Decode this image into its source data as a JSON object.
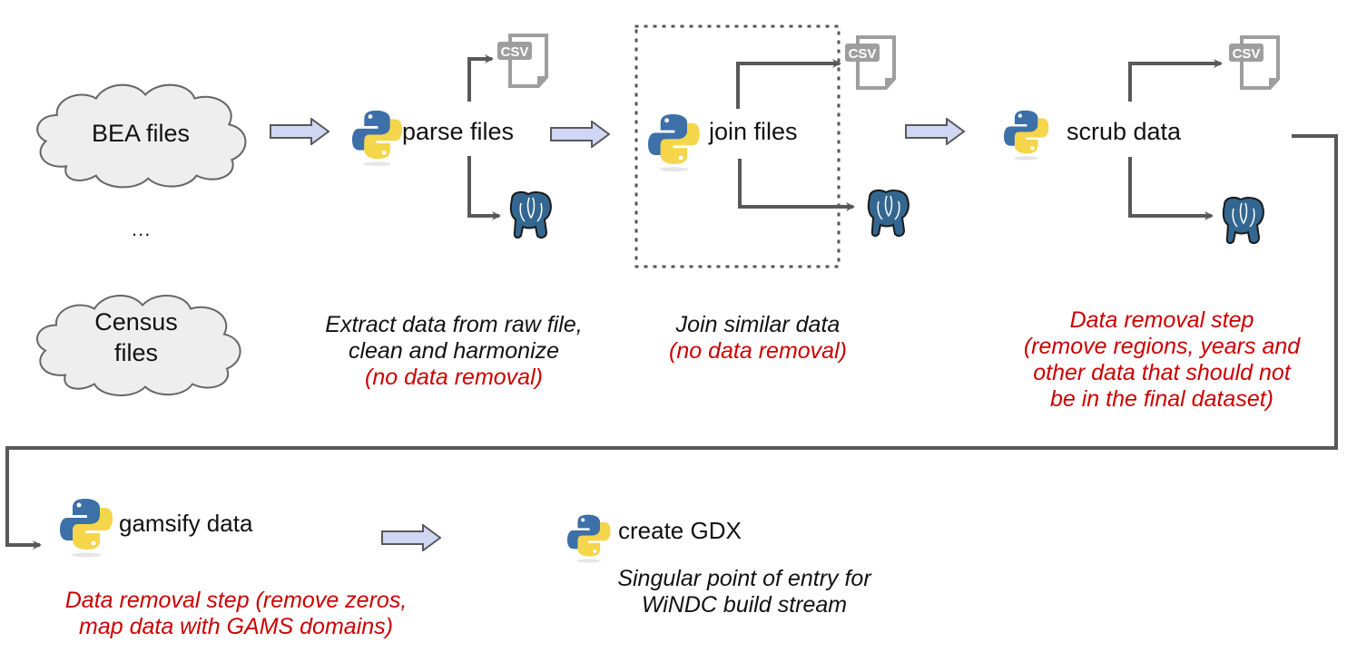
{
  "colors": {
    "connector": "#595959",
    "block_arrow_fill": "#cfd7f5",
    "block_arrow_stroke": "#595959",
    "cloud_fill": "#eeeeee",
    "cloud_stroke": "#666666",
    "note_red": "#cc0000",
    "python_blue": "#3d6fa8",
    "python_yellow": "#f5d54a",
    "postgres_blue": "#336791",
    "csv_gray": "#9e9e9e"
  },
  "sources": {
    "bea": {
      "label": "BEA files",
      "icon": "cloud-shape"
    },
    "ellipsis": "...",
    "census": {
      "line1": "Census",
      "line2": "files",
      "icon": "cloud-shape"
    }
  },
  "steps": {
    "parse": {
      "label": "parse files",
      "icon": "python-logo",
      "outputs": [
        "csv-file-icon",
        "postgresql-elephant-icon"
      ],
      "desc_lines": [
        "Extract data from raw file,",
        "clean and harmonize"
      ],
      "note": "(no data removal)"
    },
    "join": {
      "label": "join files",
      "icon": "python-logo",
      "outputs": [
        "csv-file-icon",
        "postgresql-elephant-icon"
      ],
      "highlighted": true,
      "desc_lines": [
        "Join similar data"
      ],
      "note": "(no data removal)"
    },
    "scrub": {
      "label": "scrub data",
      "icon": "python-logo",
      "outputs": [
        "csv-file-icon",
        "postgresql-elephant-icon"
      ],
      "note_lines": [
        "Data removal step",
        "(remove regions, years and",
        "other data that should not",
        "be in the final dataset)"
      ]
    },
    "gamsify": {
      "label": "gamsify data",
      "icon": "python-logo",
      "note_lines": [
        "Data removal step (remove zeros,",
        "map data with GAMS domains)"
      ]
    },
    "gdx": {
      "label": "create GDX",
      "icon": "python-logo",
      "desc_lines": [
        "Singular point of entry for",
        "WiNDC build stream"
      ]
    }
  },
  "icons": {
    "csv_text": "CSV"
  }
}
